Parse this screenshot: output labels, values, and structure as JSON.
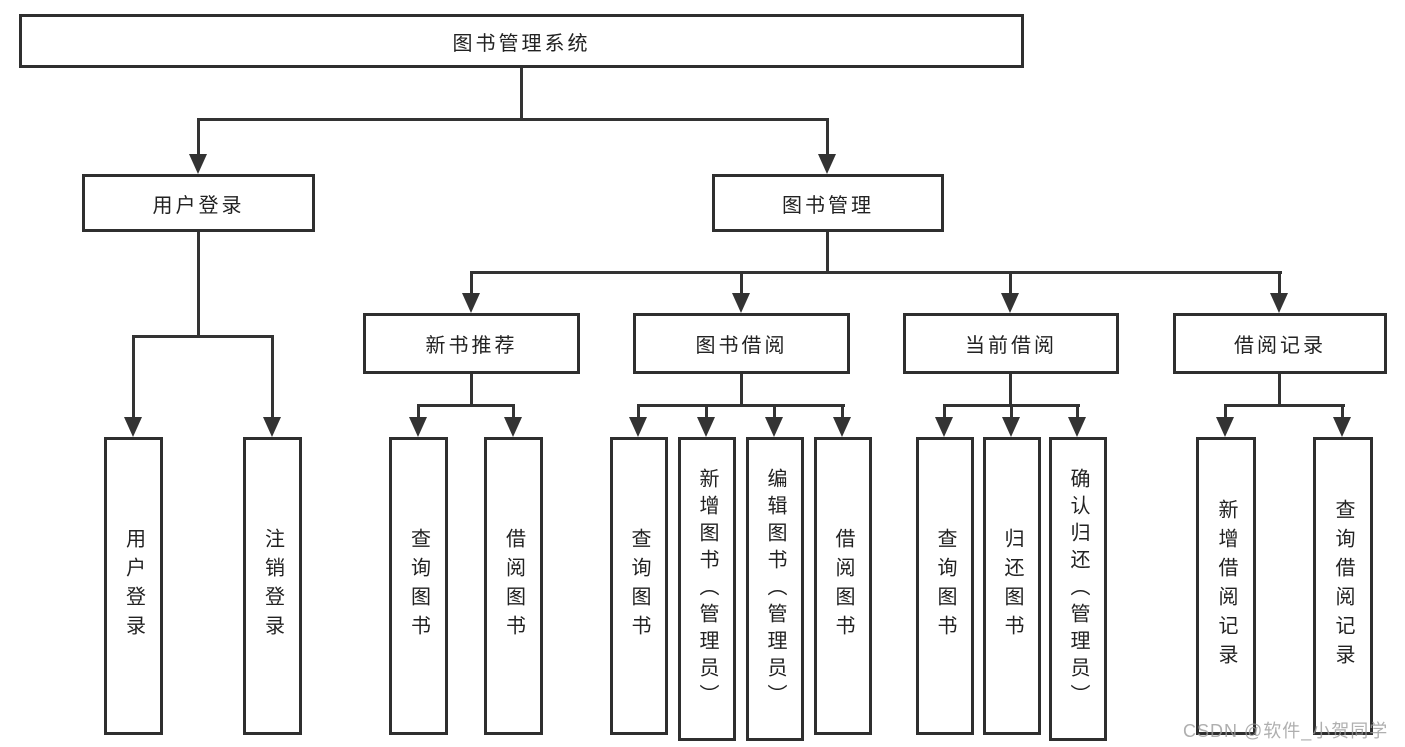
{
  "diagram": {
    "nodes": {
      "root": "图书管理系统",
      "user_login": "用户登录",
      "book_management": "图书管理",
      "new_book_recommend": "新书推荐",
      "book_borrow": "图书借阅",
      "current_borrow": "当前借阅",
      "borrow_records": "借阅记录",
      "leaf_user_login": "用户登录",
      "leaf_logout_login": "注销登录",
      "leaf_query_book_rec": "查询图书",
      "leaf_borrow_book_rec": "借阅图书",
      "leaf_query_book_borrow": "查询图书",
      "leaf_add_book_admin": "新增图书（管理员）",
      "leaf_edit_book_admin": "编辑图书（管理员）",
      "leaf_borrow_book_borrow": "借阅图书",
      "leaf_query_book_current": "查询图书",
      "leaf_return_book": "归还图书",
      "leaf_confirm_return_admin": "确认归还（管理员）",
      "leaf_add_borrow_record": "新增借阅记录",
      "leaf_query_borrow_record": "查询借阅记录"
    },
    "hierarchy": {
      "图书管理系统": {
        "用户登录": [
          "用户登录",
          "注销登录"
        ],
        "图书管理": {
          "新书推荐": [
            "查询图书",
            "借阅图书"
          ],
          "图书借阅": [
            "查询图书",
            "新增图书（管理员）",
            "编辑图书（管理员）",
            "借阅图书"
          ],
          "当前借阅": [
            "查询图书",
            "归还图书",
            "确认归还（管理员）"
          ],
          "借阅记录": [
            "新增借阅记录",
            "查询借阅记录"
          ]
        }
      }
    },
    "colors": {
      "line": "#333333",
      "border": "#2f2f2f",
      "text": "#222222",
      "background": "#ffffff",
      "watermark": "#9b9b9b"
    }
  },
  "watermark": {
    "text": "CSDN @软件_小贺同学"
  }
}
